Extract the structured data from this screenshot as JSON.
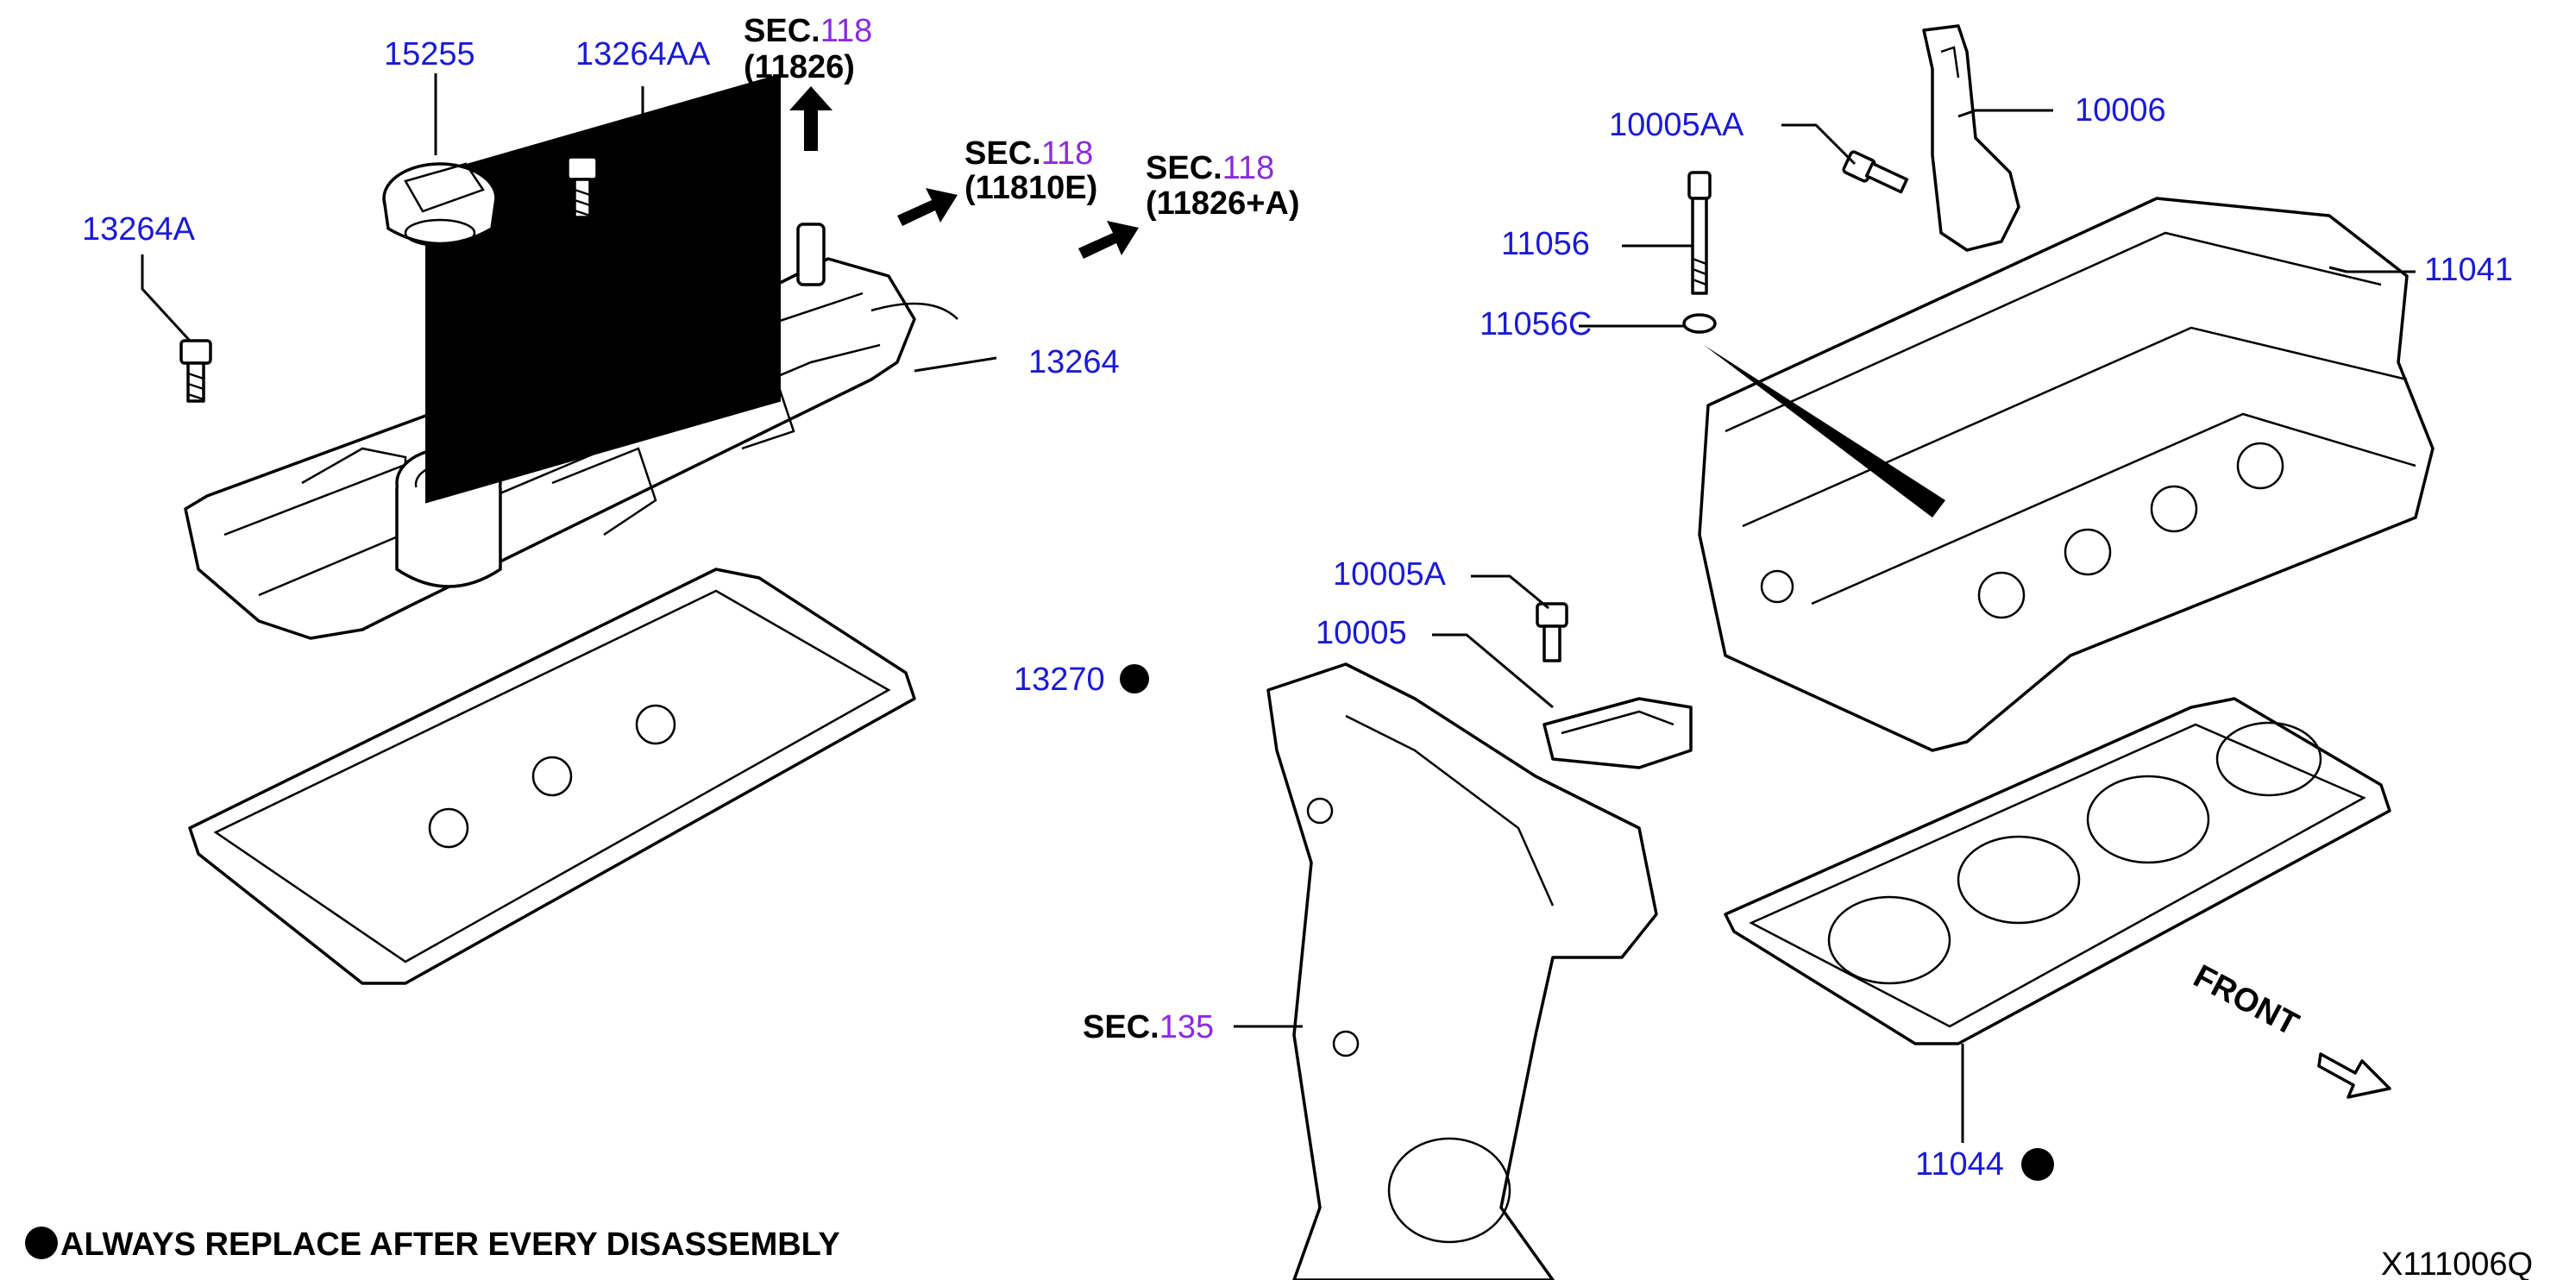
{
  "labels": {
    "p15255": "15255",
    "p13264AA": "13264AA",
    "p13264A": "13264A",
    "p13264": "13264",
    "p13270": "13270",
    "p10005AA": "10005AA",
    "p10006": "10006",
    "p11056": "11056",
    "p11056C": "11056C",
    "p11041": "11041",
    "p10005A": "10005A",
    "p10005": "10005",
    "p11044": "11044"
  },
  "sections": {
    "sec_prefix": "SEC.",
    "s1_num": "118",
    "s1_sub": "(11826)",
    "s2_num": "118",
    "s2_sub": "(11810E)",
    "s3_num": "118",
    "s3_sub": "(11826+A)",
    "s4_num": "135"
  },
  "front_label": "FRONT",
  "footer_note": "ALWAYS REPLACE AFTER EVERY DISASSEMBLY",
  "diagram_code": "X111006Q"
}
